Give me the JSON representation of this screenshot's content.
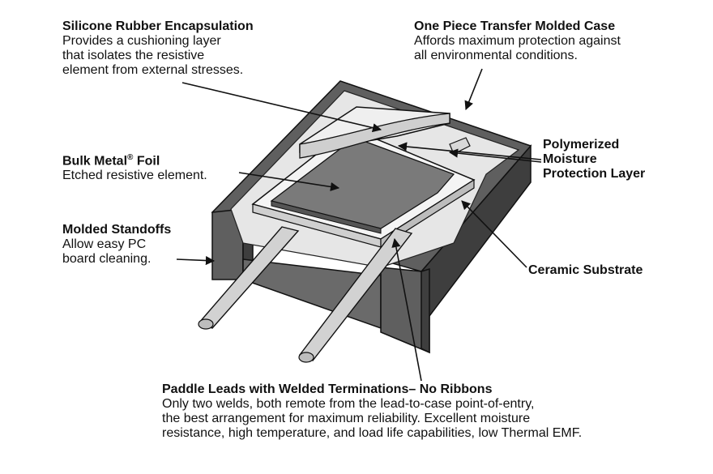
{
  "labels": {
    "silicone": {
      "title": "Silicone Rubber Encapsulation",
      "lines": [
        "Provides a cushioning layer",
        "that isolates the resistive",
        "element from external stresses."
      ]
    },
    "case": {
      "title": "One Piece Transfer Molded Case",
      "lines": [
        "Affords maximum protection against",
        "all environmental conditions."
      ]
    },
    "foil": {
      "title_main": "Bulk Metal",
      "title_mark": "®",
      "title_end": " Foil",
      "lines": [
        "Etched resistive element."
      ]
    },
    "polymer": {
      "lines": [
        "Polymerized",
        "Moisture",
        "Protection Layer"
      ]
    },
    "standoffs": {
      "title": "Molded Standoffs",
      "lines": [
        "Allow easy PC",
        "board cleaning."
      ]
    },
    "substrate": {
      "title": "Ceramic Substrate"
    },
    "leads": {
      "title": "Paddle Leads with Welded Terminations– No Ribbons",
      "lines": [
        "Only two welds, both remote from the lead-to-case point-of-entry,",
        "the best arrangement for maximum reliability.  Excellent moisture",
        "resistance, high temperature, and load life capabilities, low Thermal EMF."
      ]
    }
  },
  "colors": {
    "case": "#5f5f5f",
    "case_dark": "#3e3e3e",
    "case_light": "#8a8a8a",
    "silicone": "#e6e6e6",
    "foil": "#7a7a7a",
    "substrate": "#f2f2f2",
    "lead": "#d2d2d2"
  }
}
